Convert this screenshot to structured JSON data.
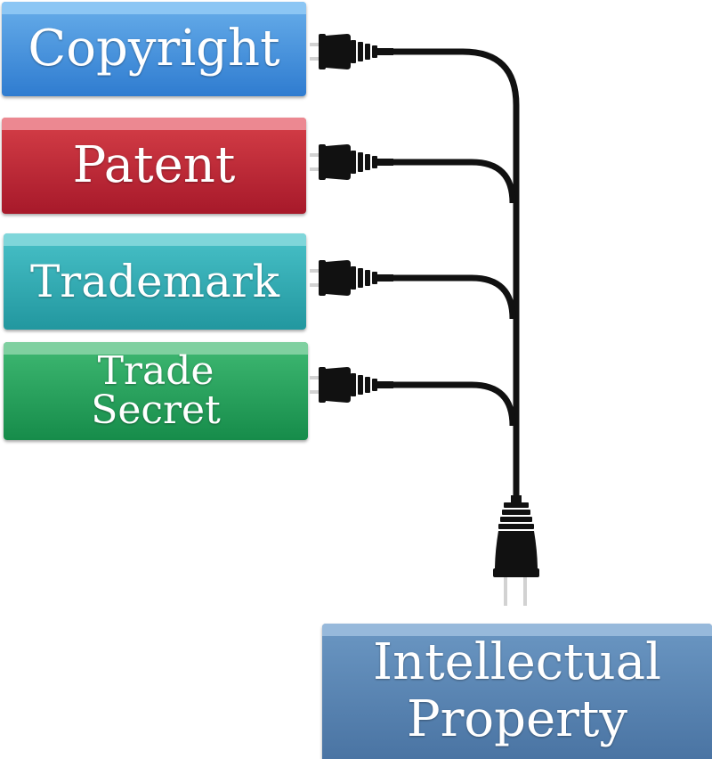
{
  "blocks": {
    "copyright": {
      "label": "Copyright",
      "color": "#3f8dd8"
    },
    "patent": {
      "label": "Patent",
      "color": "#c0283a"
    },
    "trademark": {
      "label": "Trademark",
      "color": "#30aab2"
    },
    "trade_secret": {
      "line1": "Trade",
      "line2": "Secret",
      "color": "#25a25c"
    },
    "intellectual_property": {
      "line1": "Intellectual",
      "line2": "Property",
      "color": "#5a85b3"
    }
  },
  "plugs": {
    "color": "#111111",
    "prong_color": "#cfcfcf"
  }
}
